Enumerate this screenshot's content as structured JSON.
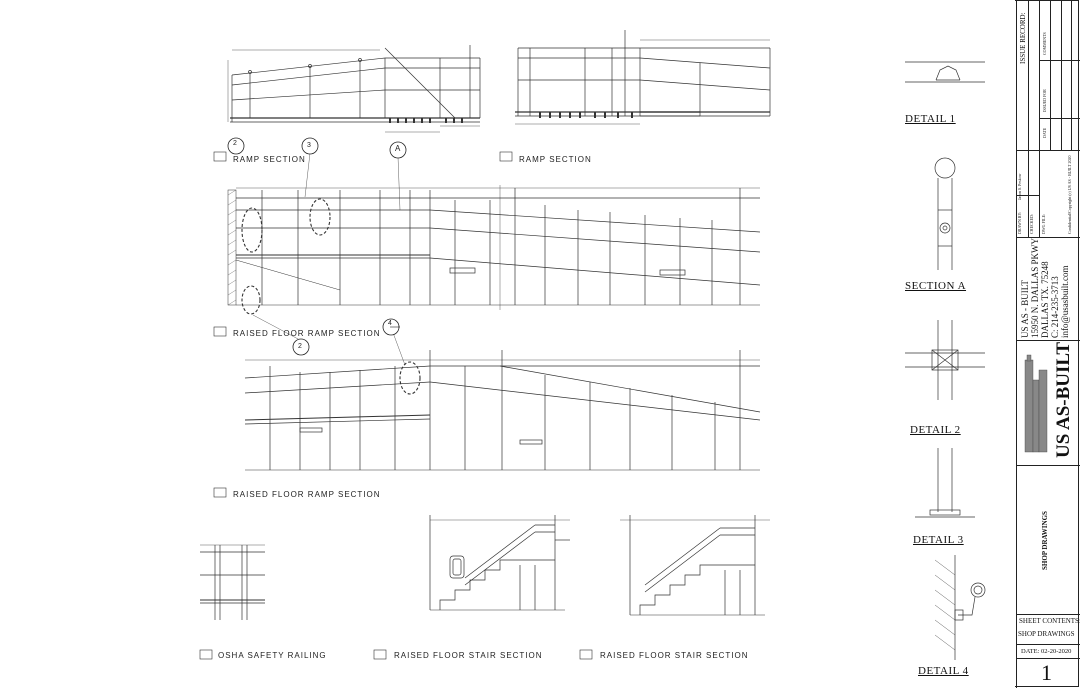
{
  "section_labels": {
    "ramp_section_1": "RAMP SECTION",
    "ramp_section_2": "RAMP SECTION",
    "raised_floor_ramp_1": "RAISED FLOOR RAMP SECTION",
    "raised_floor_ramp_2": "RAISED FLOOR RAMP SECTION",
    "osha": "OSHA SAFETY RAILING",
    "stair_1": "RAISED FLOOR STAIR SECTION",
    "stair_2": "RAISED FLOOR STAIR SECTION"
  },
  "details": {
    "detail_1": "DETAIL 1",
    "section_a": "SECTION  A",
    "detail_2": "DETAIL 2",
    "detail_3": "DETAIL 3",
    "detail_4": "DETAIL 4"
  },
  "markers": {
    "a": "A",
    "two": "2",
    "three": "3",
    "four": "4"
  },
  "title_block": {
    "issue_record": "ISSUE RECORD:",
    "comments": "COMMENTS",
    "issued_for": "ISSUED FOR",
    "date_head": "DATE",
    "drawn_by_label": "DRAWN BY:",
    "drawn_by": "Jason S. Peskow",
    "checked_label": "CHECKED:",
    "dwg_file_label": "DWG FILE:",
    "copyright": "Confidential/Copyright (c) US AS - BUILT 2020",
    "company": "US AS - BUILT",
    "address": "15950 N. DALLAS PKWY",
    "city": "DALLAS TX. 75248",
    "phone": "C: 214-235-3713",
    "email": "info@usasbuilt.com",
    "logo_text": "US AS-BUILT",
    "sheet_title_vertical": "SHOP DRAWINGS",
    "sheet_contents_label": "SHEET CONTENTS:",
    "sheet_contents": "SHOP DRAWINGS",
    "date": "DATE: 02-20-2020",
    "sheet_number": "1"
  }
}
